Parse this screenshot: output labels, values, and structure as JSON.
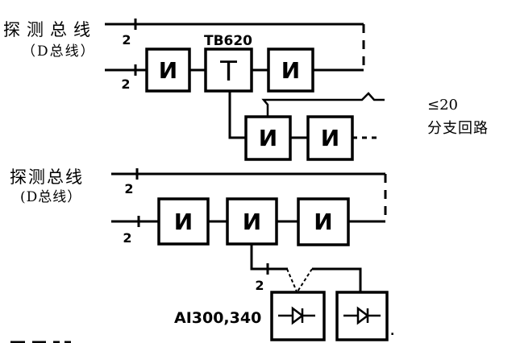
{
  "diagram": {
    "top": {
      "bus_label_line1": "探测总线",
      "bus_label_line2": "（D总线）",
      "wire_count_bus1": "2",
      "wire_count_bus2": "2",
      "module_name": "TB620",
      "box1": "И",
      "box2": "T",
      "box3": "И",
      "branch_box1": "И",
      "branch_box2": "И",
      "branch_limit": "≤20",
      "branch_label": "分支回路"
    },
    "bottom": {
      "bus_label_line1": "探测总线",
      "bus_label_line2": "(D总线）",
      "wire_count_bus1": "2",
      "wire_count_bus2": "2",
      "box1": "И",
      "box2": "И",
      "box3": "И",
      "drop_wire_count": "2",
      "module_name": "AI300,340",
      "trailing_period": "."
    },
    "colors": {
      "line": "#000000",
      "background": "#ffffff"
    }
  }
}
